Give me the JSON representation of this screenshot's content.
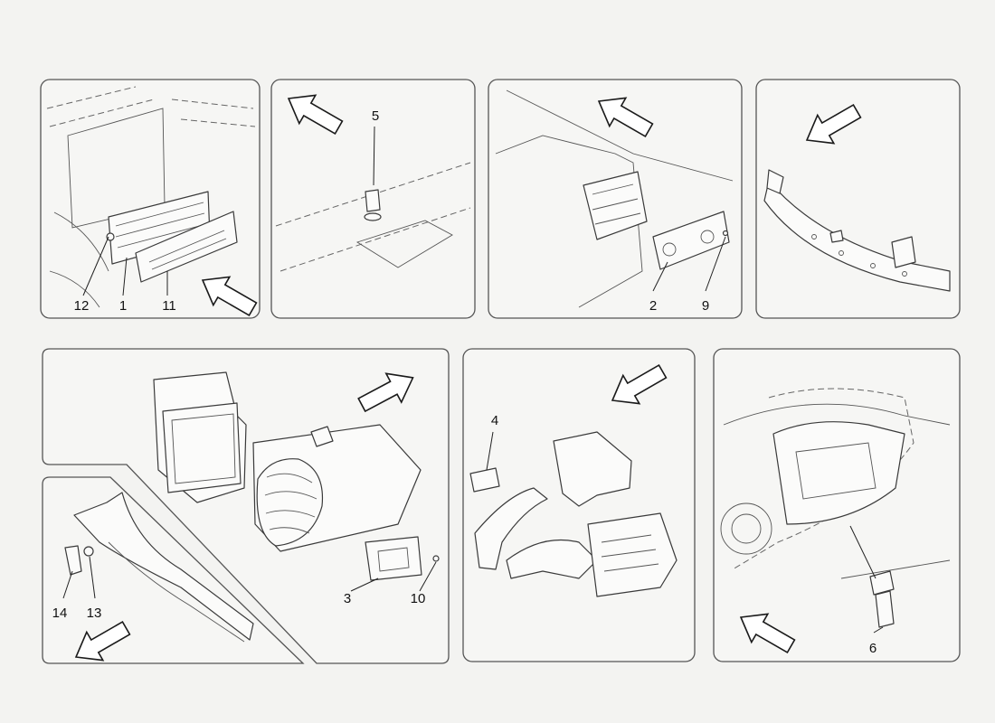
{
  "diagram": {
    "panels": [
      {
        "id": "panel-1",
        "callouts": [
          "12",
          "1",
          "11"
        ]
      },
      {
        "id": "panel-2",
        "callouts": [
          "5"
        ]
      },
      {
        "id": "panel-3",
        "callouts": [
          "2",
          "9"
        ]
      },
      {
        "id": "panel-4",
        "callouts": []
      },
      {
        "id": "panel-5",
        "callouts": [
          "3",
          "10"
        ]
      },
      {
        "id": "panel-6",
        "callouts": [
          "14",
          "13"
        ]
      },
      {
        "id": "panel-7",
        "callouts": [
          "4"
        ]
      },
      {
        "id": "panel-8",
        "callouts": [
          "6"
        ]
      }
    ],
    "callouts": {
      "c1": "1",
      "c2": "2",
      "c3": "3",
      "c4": "4",
      "c5": "5",
      "c6": "6",
      "c9": "9",
      "c10": "10",
      "c11": "11",
      "c12": "12",
      "c13": "13",
      "c14": "14"
    },
    "arrow_icon": "direction-arrow-icon",
    "colors": {
      "line": "#3a3a3a",
      "background": "#f3f3f1",
      "panel": "#f6f6f4"
    }
  }
}
